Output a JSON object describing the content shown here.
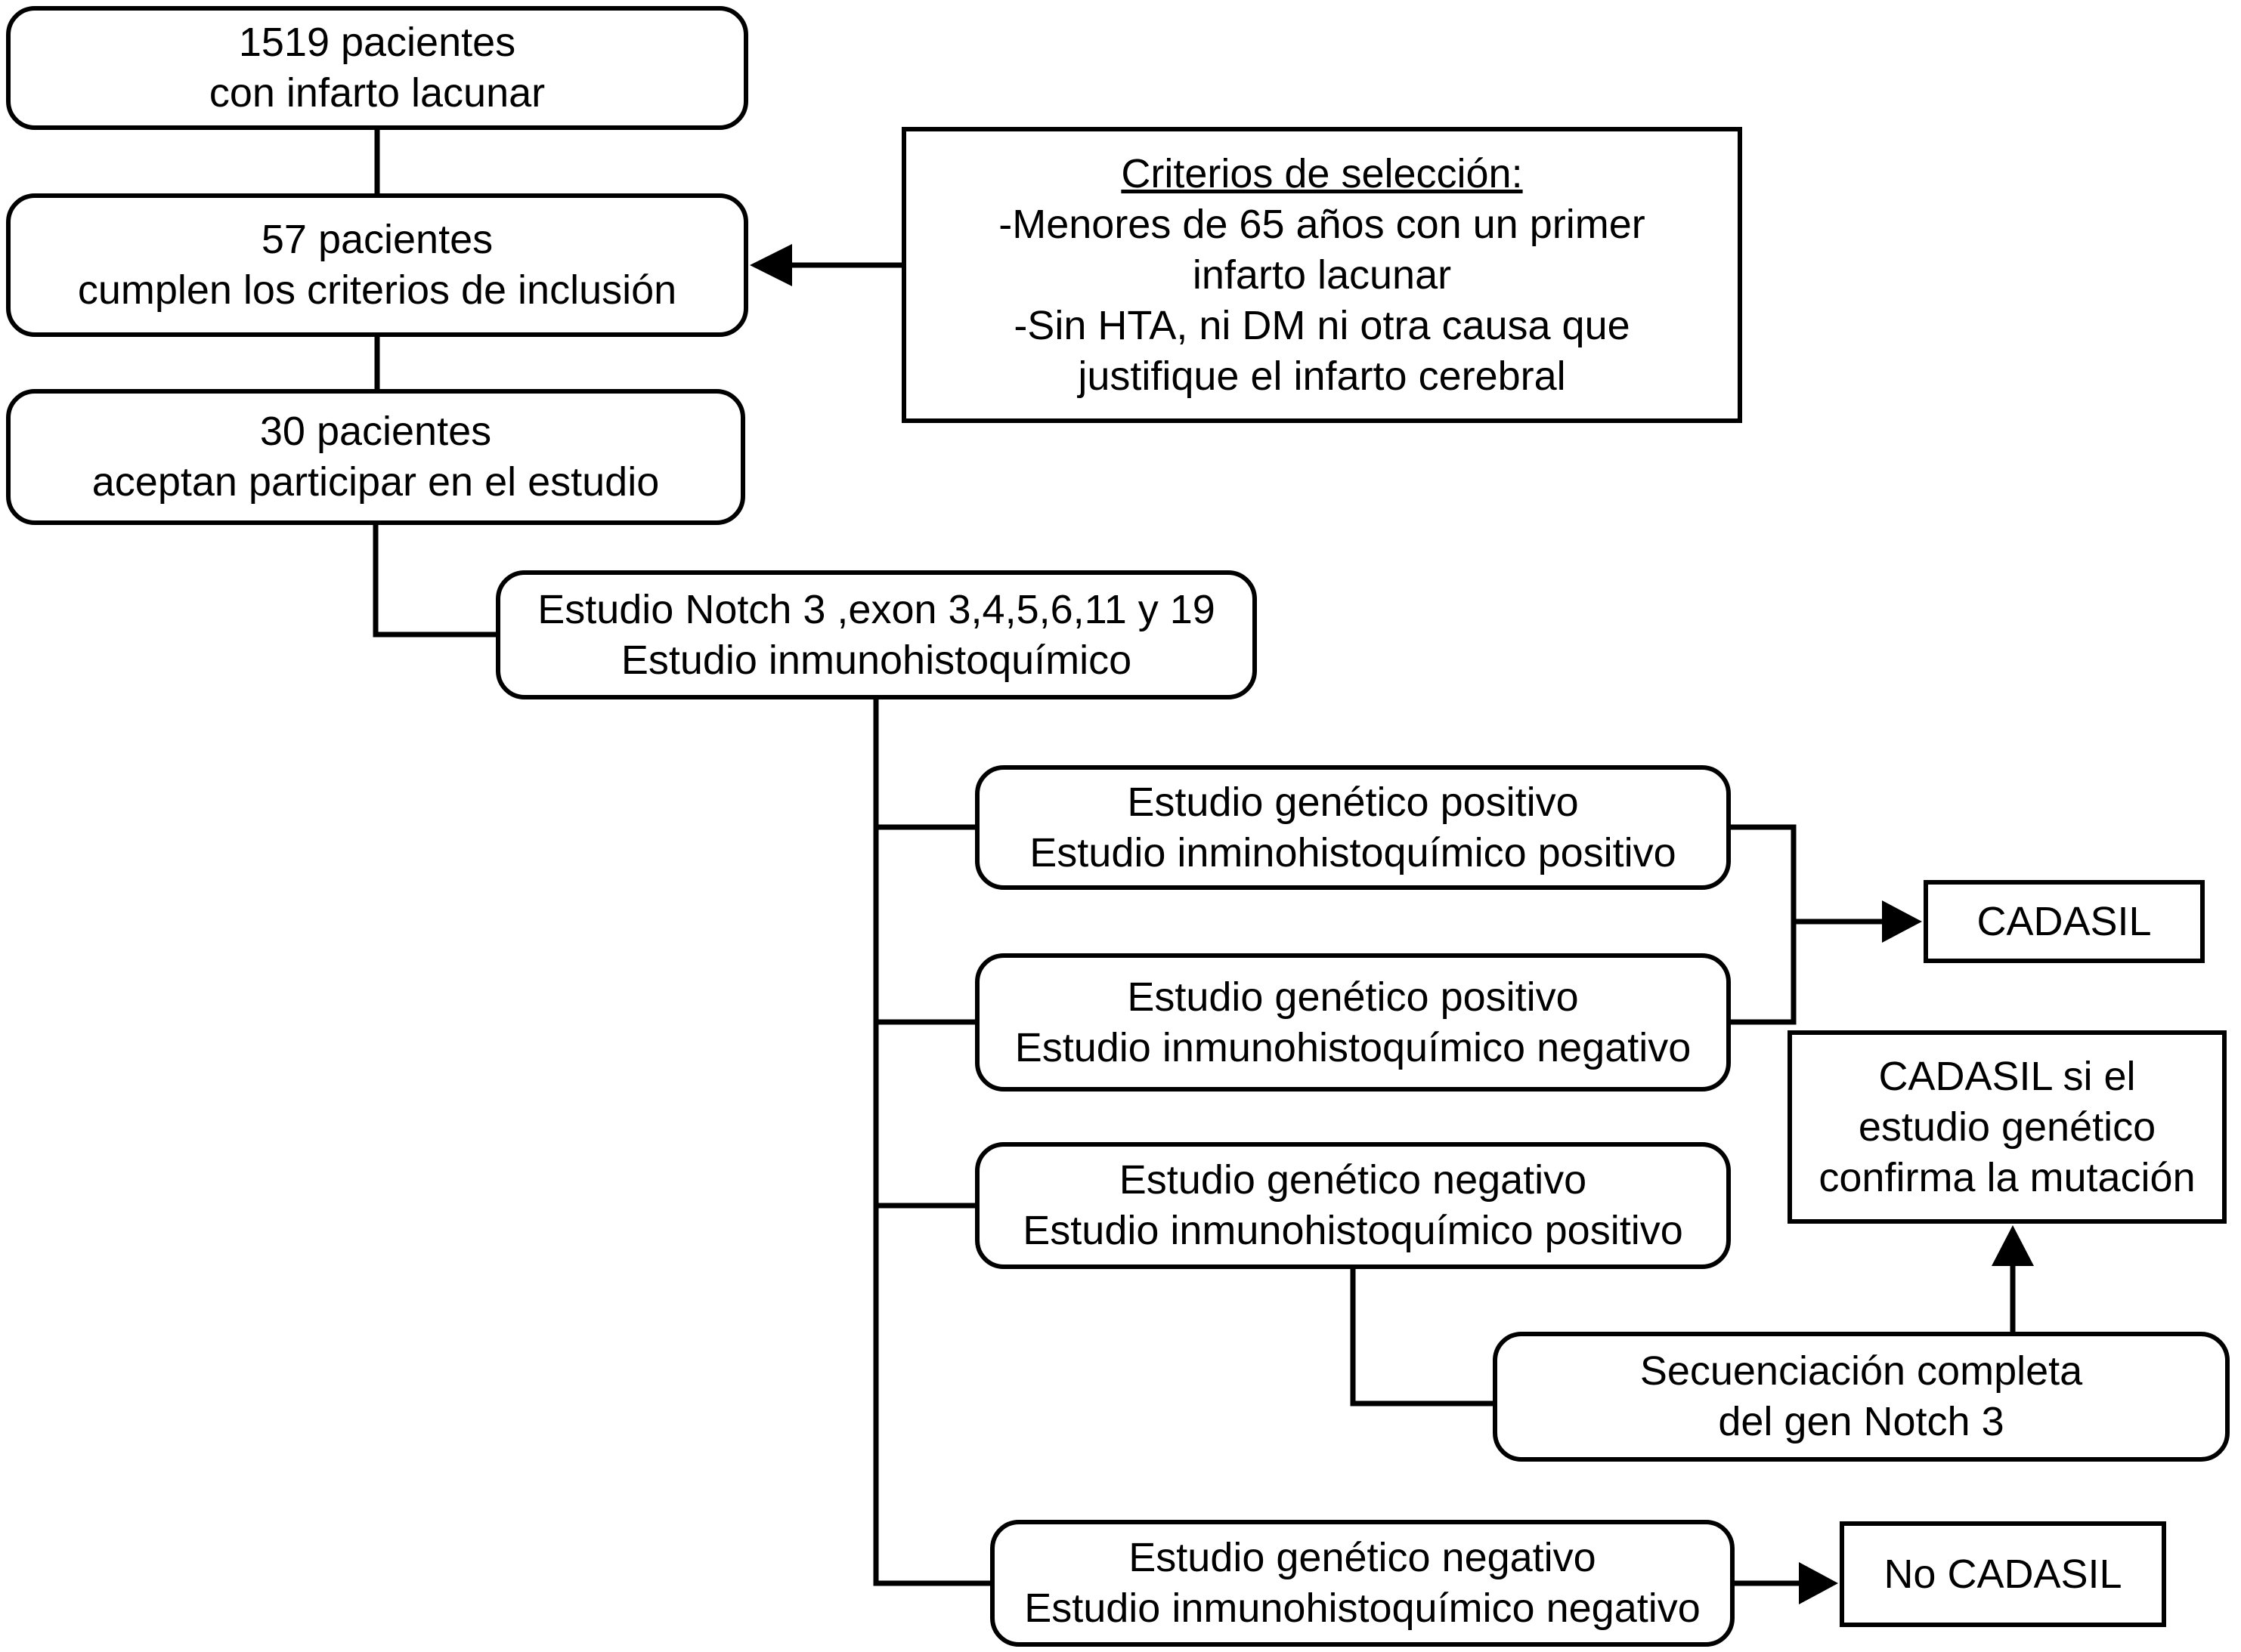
{
  "colors": {
    "line": "#000000",
    "background": "#ffffff",
    "box_fill": "#ffffff"
  },
  "boxes": {
    "patients_1519": {
      "line1": "1519 pacientes",
      "line2": "con infarto lacunar"
    },
    "patients_57": {
      "line1": "57 pacientes",
      "line2": "cumplen los criterios de inclusión"
    },
    "criteria": {
      "title": "Criterios de selección:",
      "line1": "-Menores de 65 años con un primer",
      "line2": "infarto lacunar",
      "line3": "-Sin HTA, ni DM ni otra causa que",
      "line4": "justifique el infarto cerebral"
    },
    "patients_30": {
      "line1": "30 pacientes",
      "line2": "aceptan participar en el estudio"
    },
    "notch_study": {
      "line1": "Estudio Notch 3 ,exon 3,4,5,6,11 y 19",
      "line2": "Estudio inmunohistoquímico"
    },
    "genetic_pos_ihc_pos": {
      "line1": "Estudio genético positivo",
      "line2": "Estudio inminohistoquímico positivo"
    },
    "genetic_pos_ihc_neg": {
      "line1": "Estudio genético positivo",
      "line2": "Estudio inmunohistoquímico negativo"
    },
    "genetic_neg_ihc_pos": {
      "line1": "Estudio genético negativo",
      "line2": "Estudio inmunohistoquímico positivo"
    },
    "genetic_neg_ihc_neg": {
      "line1": "Estudio genético negativo",
      "line2": "Estudio inmunohistoquímico negativo"
    },
    "cadasil": {
      "label": "CADASIL"
    },
    "cadasil_if_confirmed": {
      "line1": "CADASIL si el",
      "line2": "estudio genético",
      "line3": "confirma la mutación"
    },
    "full_sequencing": {
      "line1": "Secuenciación completa",
      "line2": "del gen Notch 3"
    },
    "no_cadasil": {
      "label": "No CADASIL"
    }
  }
}
